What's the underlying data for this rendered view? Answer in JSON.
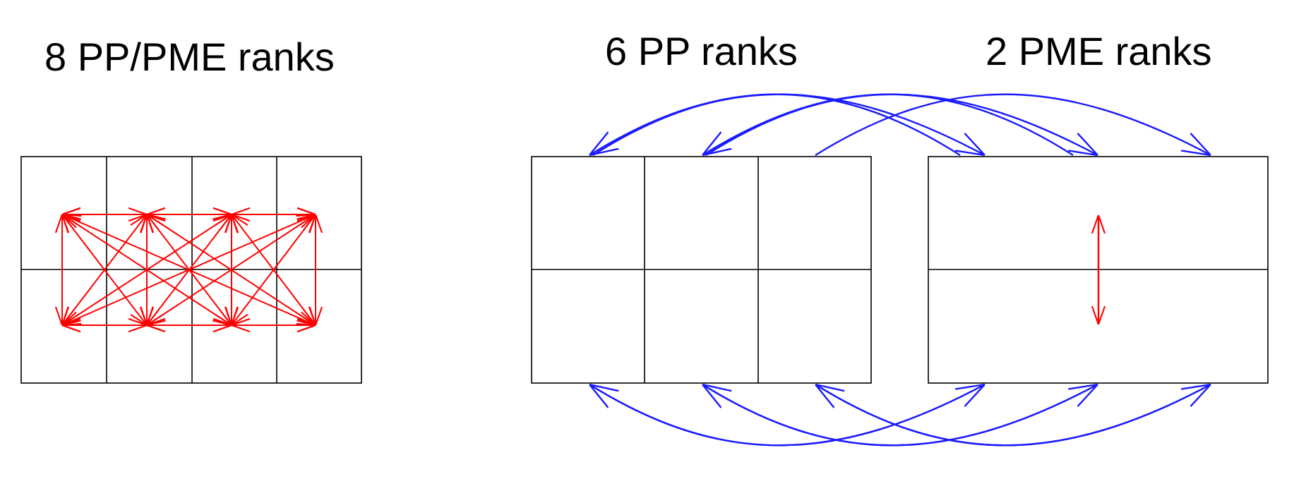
{
  "labels": {
    "left": "8 PP/PME ranks",
    "middle": "6 PP ranks",
    "right": "2 PME ranks"
  },
  "colors": {
    "background": "#ffffff",
    "grid": "#000000",
    "intra_comm": "#ff0000",
    "pp_pme_comm": "#1a1aff"
  },
  "groups": [
    {
      "name": "pp-pme-grid",
      "rows": 2,
      "cols": 4,
      "rank_count": 8
    },
    {
      "name": "pp-grid",
      "rows": 2,
      "cols": 3,
      "rank_count": 6
    },
    {
      "name": "pme-grid",
      "rows": 2,
      "cols": 1,
      "rank_count": 2
    }
  ]
}
